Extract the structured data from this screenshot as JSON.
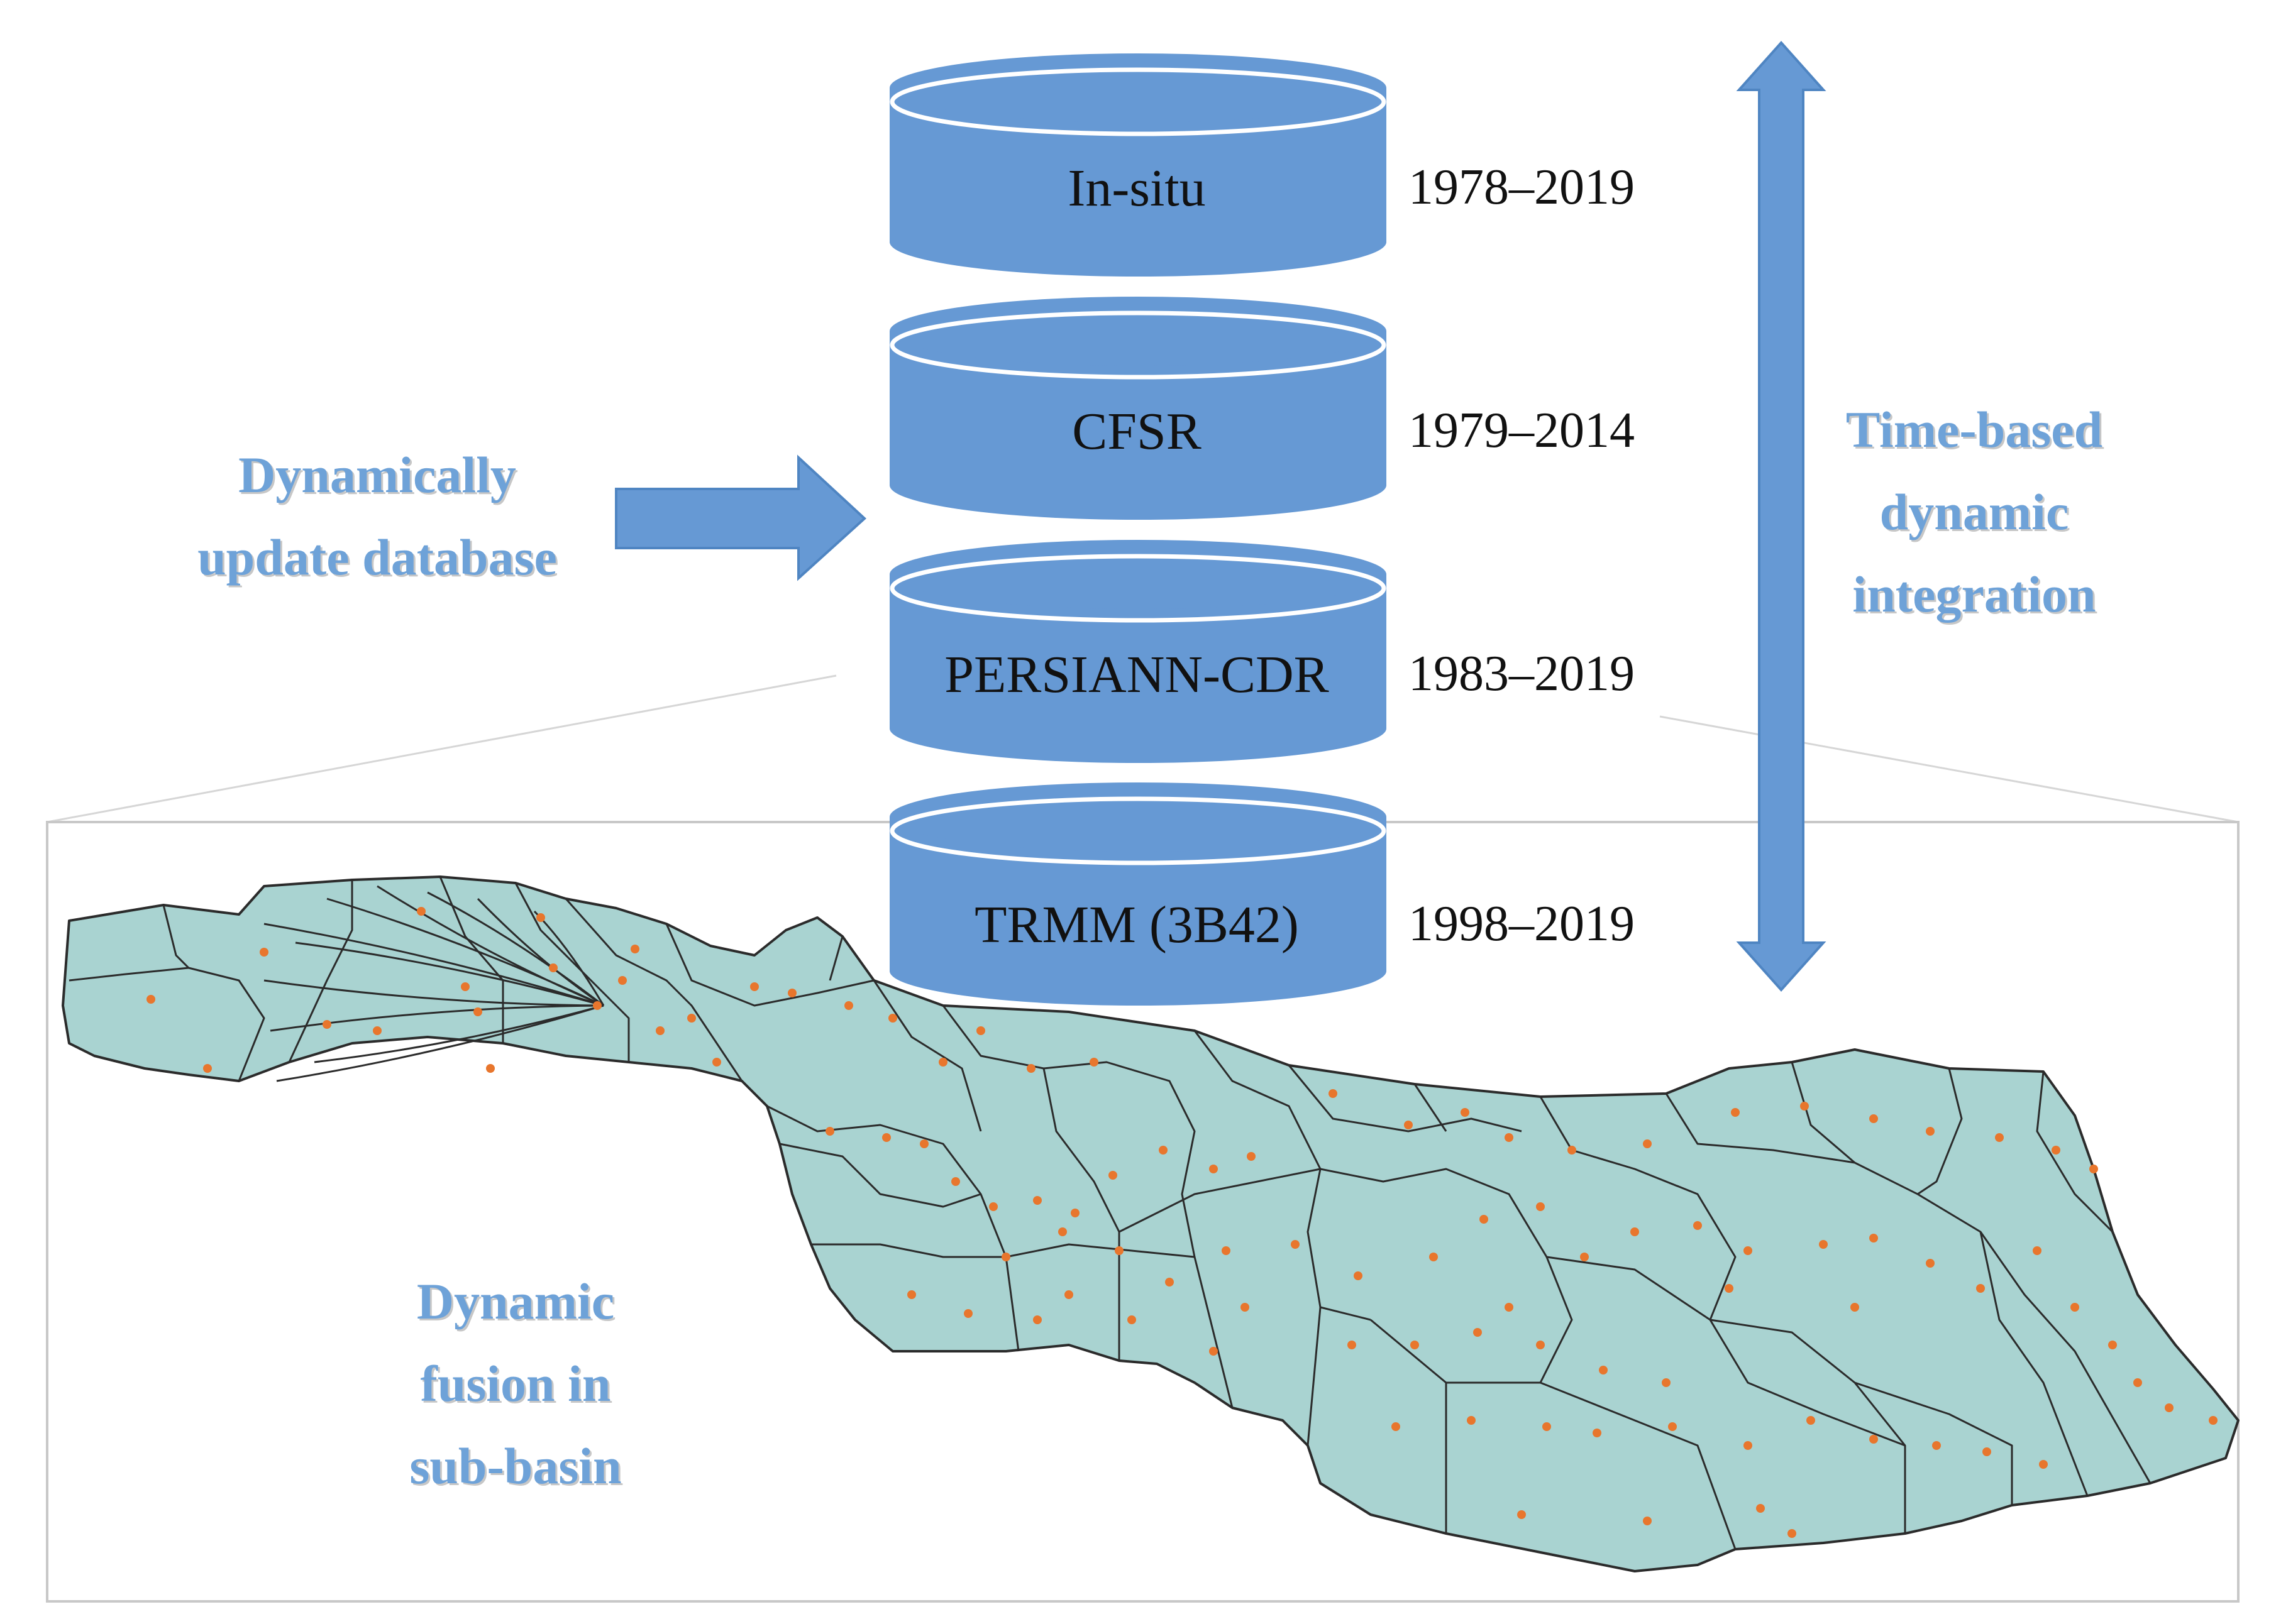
{
  "databases": [
    {
      "name": "In-situ",
      "years": "1978–2019"
    },
    {
      "name": "CFSR",
      "years": "1979–2014"
    },
    {
      "name": "PERSIANN-CDR",
      "years": "1983–2019"
    },
    {
      "name": "TRMM (3B42)",
      "years": "1998–2019"
    }
  ],
  "labels": {
    "left_line1": "Dynamically",
    "left_line2": "update database",
    "right_line1": "Time-based",
    "right_line2": "dynamic",
    "right_line3": "integration",
    "map_line1": "Dynamic",
    "map_line2": "fusion in",
    "map_line3": "sub-basin"
  },
  "colors": {
    "cylinder": "#6699d4",
    "arrow": "#6699d4",
    "map_fill": "#a9d3d1",
    "map_border": "#2b2b2b",
    "station_dot": "#e8762d",
    "label_blue": "#6ea2d8"
  },
  "icons": {
    "database": "cylinder-icon",
    "update_arrow": "right-arrow-icon",
    "time_arrow": "double-vertical-arrow-icon"
  }
}
